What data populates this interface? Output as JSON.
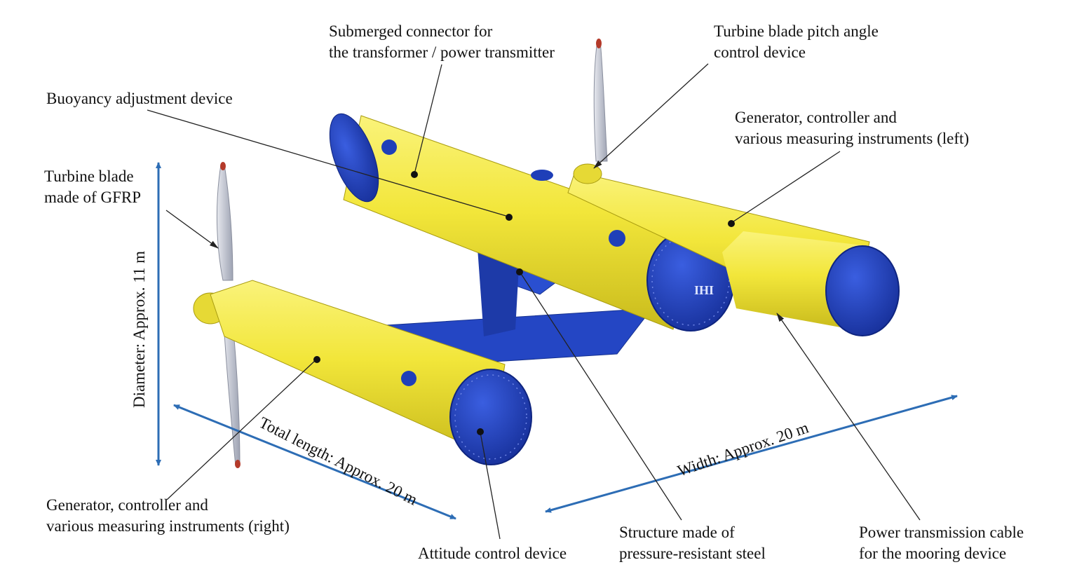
{
  "labels": {
    "submerged_connector": [
      "Submerged connector for",
      "the transformer / power transmitter"
    ],
    "pitch_control": [
      "Turbine blade pitch angle",
      "control device"
    ],
    "buoyancy": [
      "Buoyancy adjustment device"
    ],
    "generator_left": [
      "Generator, controller and",
      "various measuring instruments (left)"
    ],
    "turbine_blade": [
      "Turbine blade",
      "made of GFRP"
    ],
    "generator_right": [
      "Generator, controller and",
      "various measuring instruments (right)"
    ],
    "attitude": [
      "Attitude control device"
    ],
    "structure": [
      "Structure made of",
      "pressure-resistant steel"
    ],
    "power_cable": [
      "Power transmission cable",
      "for the mooring device"
    ]
  },
  "dimensions": {
    "diameter": "Diameter: Approx. 11 m",
    "total_length": "Total length: Approx. 20 m",
    "width": "Width: Approx. 20 m"
  },
  "logo_text": "IHI",
  "colors": {
    "hull_yellow": "#f2e63a",
    "hull_shade": "#c9bb1c",
    "end_cap_blue": "#1f3fb8",
    "wing_blue": "#2446c4",
    "dimension_arrow": "#2d6db5",
    "blade_grey": "#c9ccd6"
  }
}
